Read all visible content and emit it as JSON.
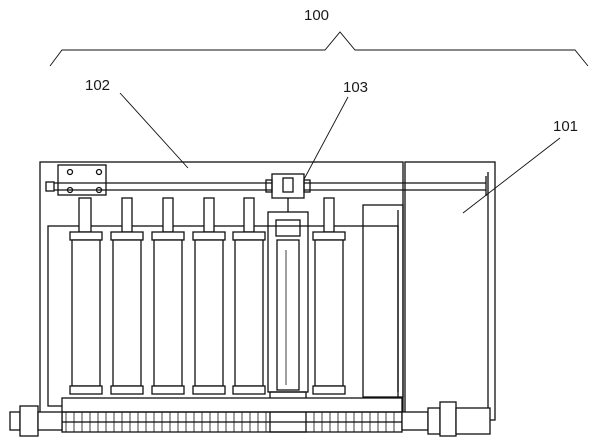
{
  "labels": {
    "assembly": "100",
    "frame": "102",
    "carriage": "103",
    "side_unit": "101"
  },
  "stroke_color": "#111111",
  "background_color": "#ffffff"
}
